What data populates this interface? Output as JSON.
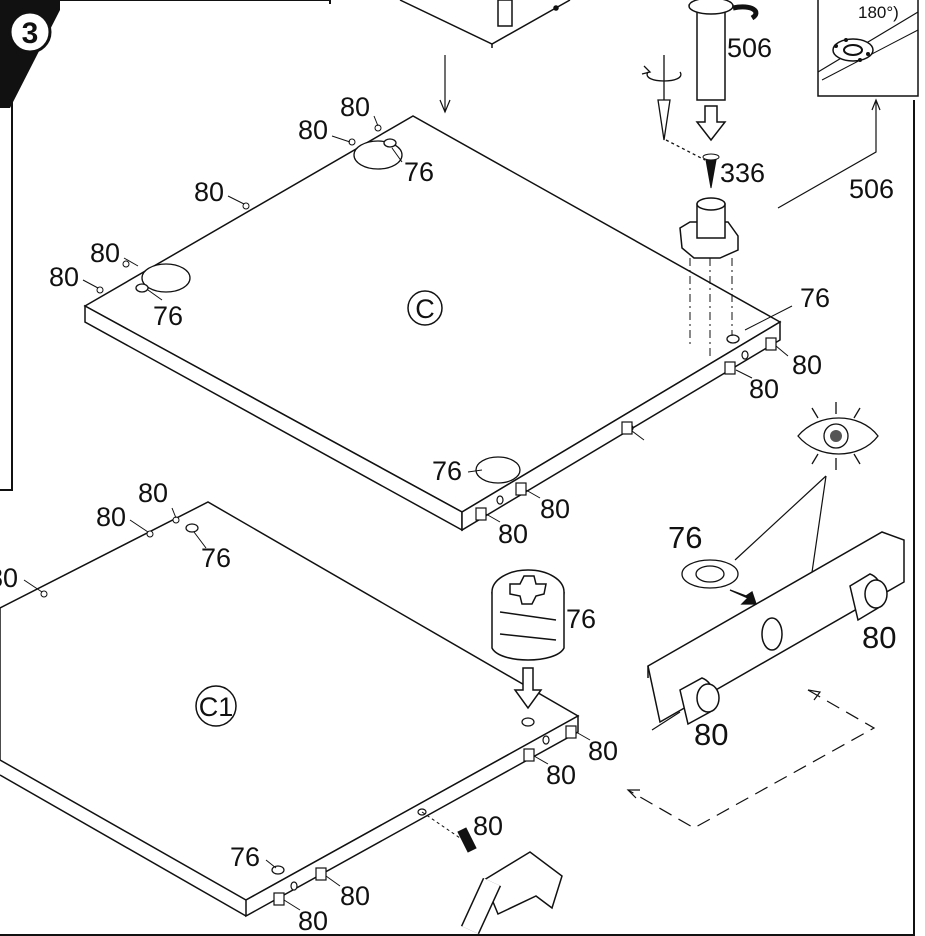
{
  "step": {
    "number": "3"
  },
  "panels": [
    {
      "id": "C",
      "label": "C"
    },
    {
      "id": "C1",
      "label": "C1"
    }
  ],
  "inset": {
    "rotation_label": "180°)"
  },
  "parts": {
    "cam_lock": "76",
    "dowel": "80",
    "leg_base": "506",
    "screw": "336"
  },
  "colors": {
    "line": "#111111",
    "paper": "#ffffff",
    "eye_pupil": "#555555"
  },
  "icons": [
    "eye-icon",
    "hammer-icon",
    "screwdriver-icon",
    "rotate-arrow-icon",
    "cam-lock-icon",
    "dowel-icon",
    "screw-icon"
  ]
}
